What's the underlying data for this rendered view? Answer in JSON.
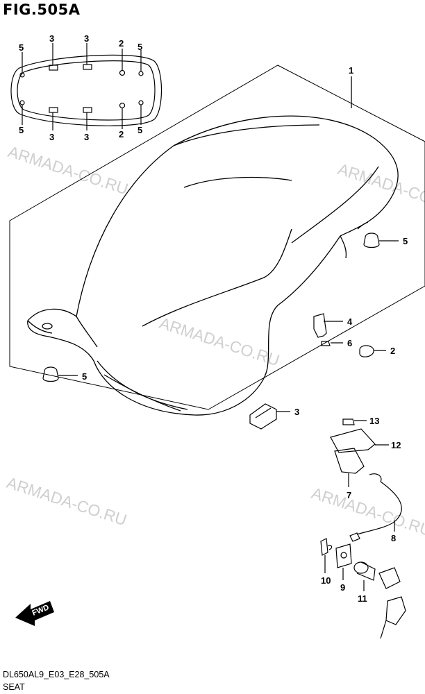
{
  "figure": {
    "title": "FIG.505A",
    "code": "DL650AL9_E03_E28_505A",
    "name": "SEAT"
  },
  "watermark": "ARMADA-CO.RU",
  "fwd_label": "FWD",
  "callouts": {
    "seat_assy": "1",
    "cushion_top_left": "2",
    "cushion_bottom_left": "2",
    "cushion_side": "2",
    "spacer_top_a": "3",
    "spacer_top_b": "3",
    "spacer_bottom_a": "3",
    "spacer_bottom_b": "3",
    "spacer_side": "3",
    "bracket": "4",
    "bumper_top_a": "5",
    "bumper_top_b": "5",
    "bumper_bottom_a": "5",
    "bumper_bottom_b": "5",
    "bumper_right": "5",
    "bumper_left": "5",
    "nut_small": "6",
    "latch": "7",
    "cable": "8",
    "lock_plate": "9",
    "clip": "10",
    "lock_cylinder": "11",
    "latch_bracket": "12",
    "nut_latch": "13"
  },
  "colors": {
    "line": "#000000",
    "watermark": "#cfcfcf"
  }
}
